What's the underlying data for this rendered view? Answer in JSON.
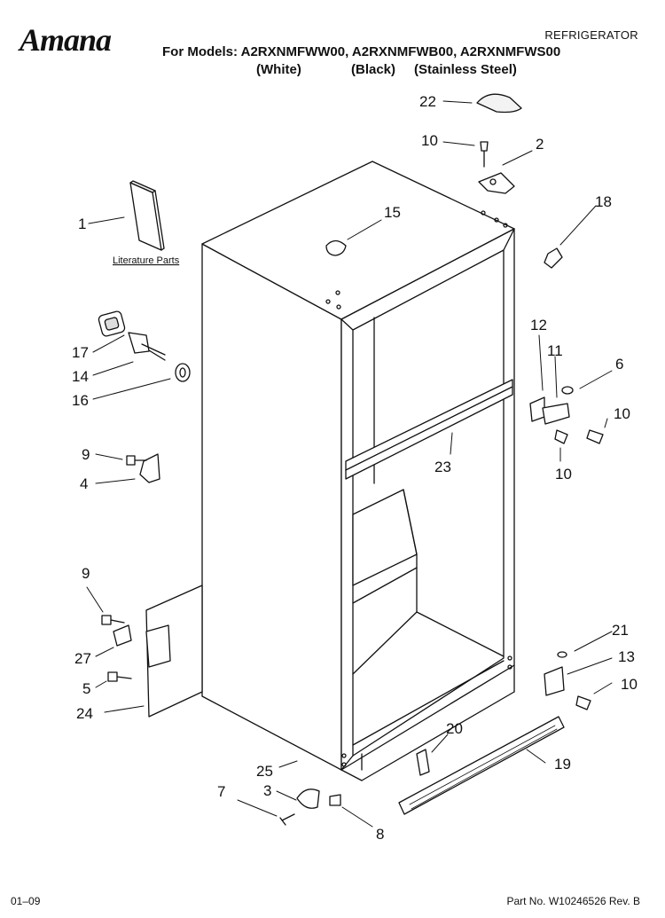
{
  "header": {
    "brand": "Amana",
    "models": "For Models: A2RXNMFWW00, A2RXNMFWB00, A2RXNMFWS00",
    "variant_white": "(White)",
    "variant_black": "(Black)",
    "variant_stainless": "(Stainless Steel)",
    "category": "REFRIGERATOR"
  },
  "footer": {
    "date": "01–09",
    "part_no": "Part No. W10246526 Rev. B"
  },
  "diagram": {
    "literature": "Literature Parts",
    "callouts": [
      "1",
      "2",
      "3",
      "4",
      "5",
      "6",
      "7",
      "8",
      "9",
      "9",
      "10",
      "10",
      "10",
      "10",
      "11",
      "12",
      "13",
      "14",
      "15",
      "16",
      "17",
      "18",
      "19",
      "20",
      "21",
      "22",
      "23",
      "24",
      "25",
      "27"
    ]
  }
}
